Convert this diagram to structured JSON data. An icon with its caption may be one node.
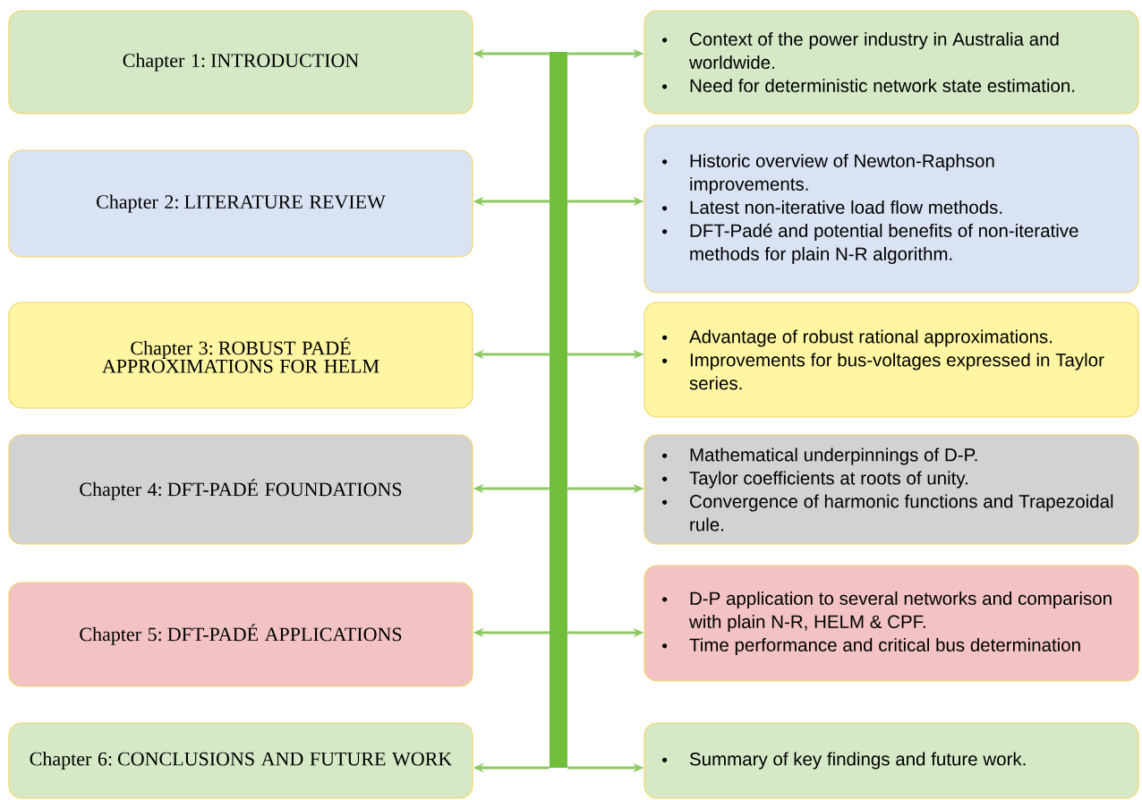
{
  "diagram": {
    "nodes": [
      {
        "text": [
          "Chapter 1: INTRODUCTION"
        ]
      },
      {
        "text": [
          "Context of the power industry in Australia and worldwide.",
          "Need for deterministic network state estimation."
        ]
      },
      {
        "text": [
          "Chapter 2: LITERATURE REVIEW"
        ]
      },
      {
        "text": [
          "Historic overview of Newton-Raphson improvements.",
          "Latest non-iterative load flow methods.",
          "DFT-Padé and potential benefits of non-iterative methods for plain N-R algorithm."
        ]
      },
      {
        "text": [
          "Chapter 3: ROBUST PADÉ APPROXIMATIONS FOR  HELM"
        ]
      },
      {
        "text": [
          "Advantage of robust rational approximations.",
          "Improvements for bus-voltages expressed in Taylor series."
        ]
      },
      {
        "text": [
          "Chapter 4: DFT-PADÉ FOUNDATIONS"
        ]
      },
      {
        "text": [
          "Mathematical underpinnings of D-P.",
          "Taylor coefficients at roots of unity.",
          "Convergence of harmonic functions and Trapezoidal rule."
        ]
      },
      {
        "text": [
          "Chapter 5: DFT-PADÉ APPLICATIONS"
        ]
      },
      {
        "text": [
          "D-P application to several networks and comparison with plain N-R, HELM & CPF.",
          "Time performance and critical bus determination"
        ]
      },
      {
        "text": [
          "Chapter 6: CONCLUSIONS AND FUTURE WORK"
        ]
      },
      {
        "text": [
          "Summary of key findings and future work."
        ]
      },
      {
        "text": [],
        "shape": "bar"
      }
    ],
    "edges": [
      {
        "from": 12,
        "to": 0,
        "arrow": "to"
      },
      {
        "from": 12,
        "to": 1,
        "arrow": "to"
      },
      {
        "from": 12,
        "to": 2,
        "arrow": "to"
      },
      {
        "from": 12,
        "to": 3,
        "arrow": "to"
      },
      {
        "from": 12,
        "to": 4,
        "arrow": "to"
      },
      {
        "from": 12,
        "to": 5,
        "arrow": "to"
      },
      {
        "from": 12,
        "to": 6,
        "arrow": "to"
      },
      {
        "from": 12,
        "to": 7,
        "arrow": "to"
      },
      {
        "from": 12,
        "to": 8,
        "arrow": "to"
      },
      {
        "from": 12,
        "to": 9,
        "arrow": "to"
      },
      {
        "from": 12,
        "to": 10,
        "arrow": "to"
      },
      {
        "from": 12,
        "to": 11,
        "arrow": "to"
      }
    ]
  }
}
